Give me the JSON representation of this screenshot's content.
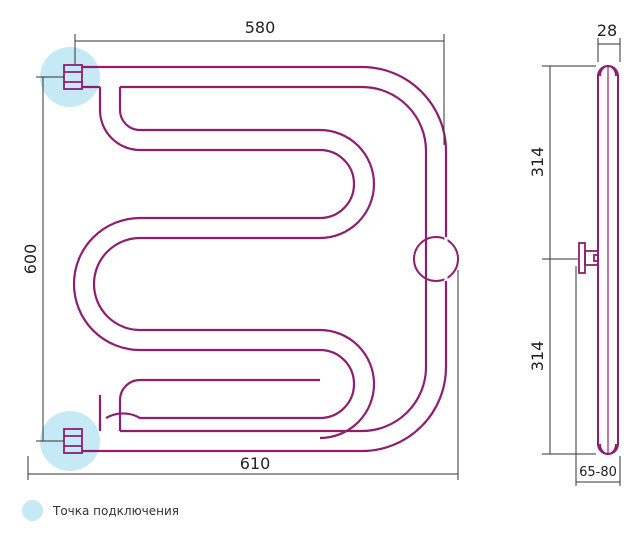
{
  "dimensions": {
    "top_width": "580",
    "bottom_width": "610",
    "height": "600",
    "side_depth": "28",
    "side_upper": "314",
    "side_lower": "314",
    "wall_offset": "65-80"
  },
  "legend": {
    "label": "Точка подключения",
    "color": "#c6e9f6"
  },
  "colors": {
    "pipe_outline": "#8e1f6e",
    "dimension_line": "#333333",
    "connection_point": "#c6e9f6"
  }
}
